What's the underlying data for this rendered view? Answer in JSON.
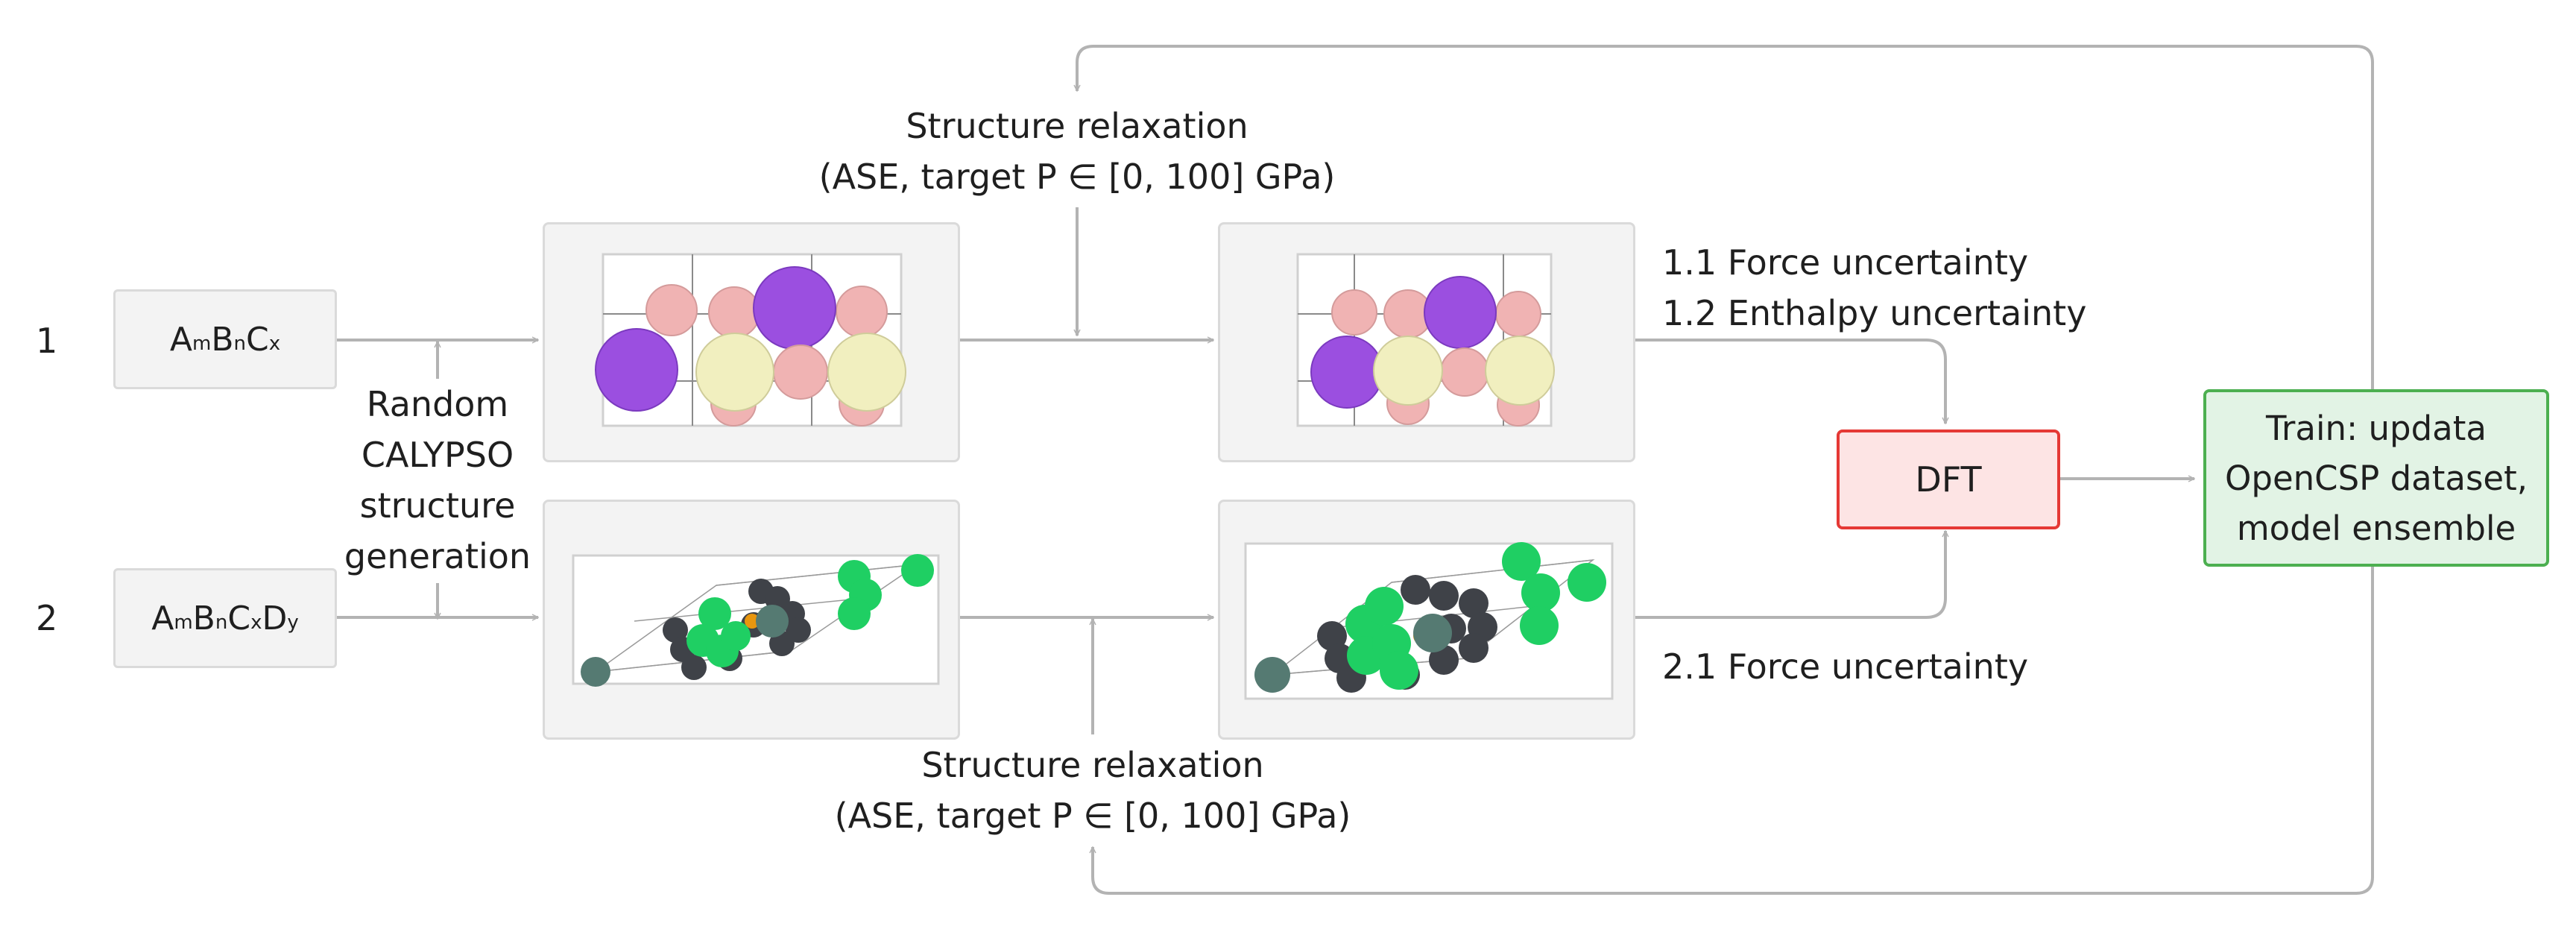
{
  "rows": [
    {
      "number": "1",
      "formula": [
        {
          "t": "A"
        },
        {
          "s": "m"
        },
        {
          "t": "B"
        },
        {
          "s": "n"
        },
        {
          "t": "C"
        },
        {
          "s": "x"
        }
      ]
    },
    {
      "number": "2",
      "formula": [
        {
          "t": "A"
        },
        {
          "s": "m"
        },
        {
          "t": "B"
        },
        {
          "s": "n"
        },
        {
          "t": "C"
        },
        {
          "s": "x"
        },
        {
          "t": "D"
        },
        {
          "s": "y"
        }
      ]
    }
  ],
  "generation_label": [
    "Random",
    "CALYPSO",
    "structure",
    "generation"
  ],
  "relaxation_top": [
    "Structure relaxation",
    "(ASE, target P ∈ [0, 100] GPa)"
  ],
  "relaxation_bottom": [
    "Structure relaxation",
    "(ASE, target P ∈ [0, 100] GPa)"
  ],
  "uncertainty_row1": [
    "1.1 Force uncertainty",
    "1.2 Enthalpy uncertainty"
  ],
  "uncertainty_row2": "2.1 Force uncertainty",
  "dft_label": "DFT",
  "train_label": [
    "Train: updata",
    "OpenCSP dataset,",
    "model ensemble"
  ],
  "colors": {
    "arrow": "#b3b3b3",
    "atom_purple": "#9b4fe0",
    "atom_pink": "#f0b3b3",
    "atom_cream": "#f1efbf",
    "atom_green": "#1fcf63",
    "atom_dark": "#3f4248",
    "atom_teal": "#557a72",
    "atom_orange": "#e8960e",
    "dft_border": "#e53935",
    "train_border": "#4caf50"
  }
}
